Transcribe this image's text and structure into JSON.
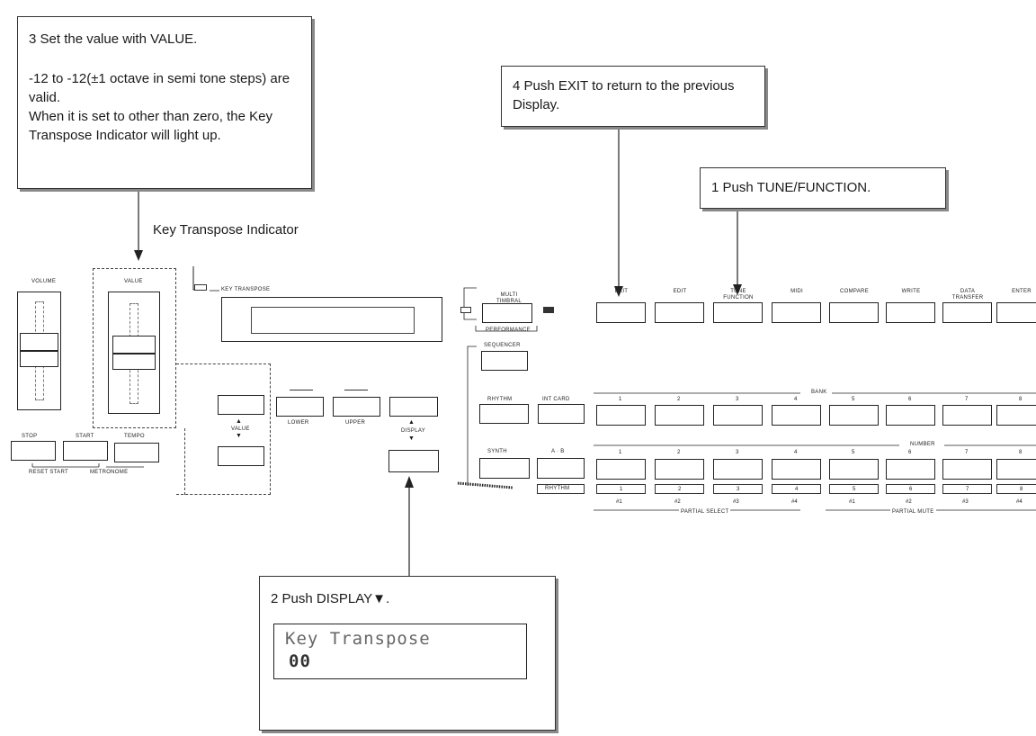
{
  "callouts": {
    "step3": {
      "title": "3 Set the value with VALUE.",
      "line1": "-12 to -12(±1 octave in semi tone steps) are valid.",
      "line2": "When it is set to other than zero, the Key Transpose Indicator will light up."
    },
    "step4": {
      "text": "4 Push EXIT to return to the previous Display."
    },
    "step1": {
      "text": "1 Push TUNE/FUNCTION."
    },
    "step2": {
      "title": "2 Push DISPLAY▼.",
      "lcd_line1": "Key Transpose",
      "lcd_line2": "00"
    }
  },
  "key_transpose_indicator_label": "Key Transpose Indicator",
  "panel": {
    "volume": "VOLUME",
    "value": "VALUE",
    "key_transpose": "KEY TRANSPOSE",
    "stop": "STOP",
    "start": "START",
    "tempo": "TEMPO",
    "reset_start": "RESET START",
    "metronome": "METRONOME",
    "value_btn": "VALUE",
    "lower": "LOWER",
    "upper": "UPPER",
    "display": "DISPLAY",
    "multi_timbral": "MULTI TIMBRAL",
    "performance": "PERFORMANCE",
    "sequencer": "SEQUENCER",
    "rhythm": "RHYTHM",
    "int_card": "INT CARD",
    "synth": "SYNTH",
    "a_b": "A · B",
    "rhythm_small": "RHYTHM",
    "bank": "BANK",
    "number": "NUMBER",
    "partial_select": "PARTIAL SELECT",
    "partial_mute": "PARTIAL MUTE",
    "top_buttons": [
      "EXIT",
      "EDIT",
      "TUNE FUNCTION",
      "MIDI",
      "COMPARE",
      "WRITE",
      "DATA TRANSFER",
      "ENTER"
    ],
    "numbers": [
      "1",
      "2",
      "3",
      "4",
      "5",
      "6",
      "7",
      "8"
    ],
    "partial_labels": [
      "#1",
      "#2",
      "#3",
      "#4",
      "#1",
      "#2",
      "#3",
      "#4"
    ]
  }
}
